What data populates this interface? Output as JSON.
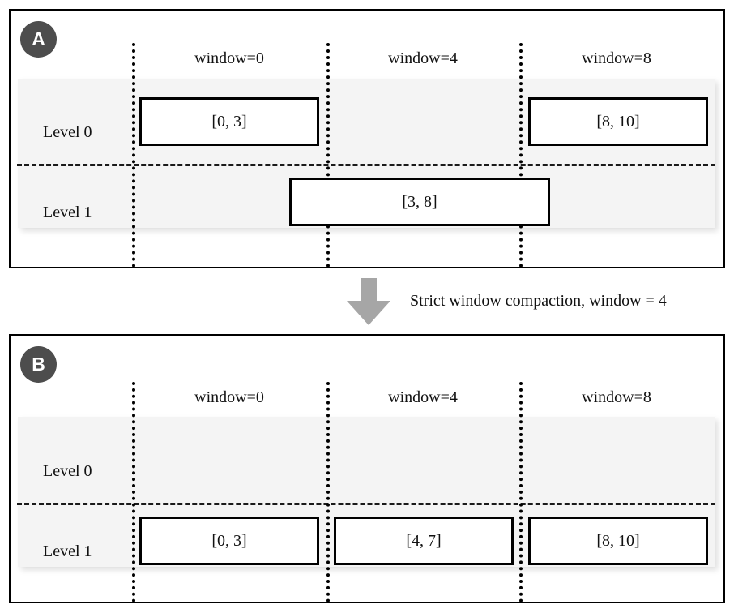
{
  "figure": {
    "transition": {
      "caption": "Strict window compaction, window = 4",
      "arrow_icon": "down-arrow-icon",
      "arrow_color": "#a6a6a6"
    },
    "badge_color": "#4d4d4d",
    "band_color": "#f4f4f4"
  },
  "panels": [
    {
      "id": "A",
      "badge": "A",
      "windows": [
        {
          "label": "window=0"
        },
        {
          "label": "window=4"
        },
        {
          "label": "window=8"
        }
      ],
      "levels": [
        {
          "label": "Level 0"
        },
        {
          "label": "Level 1"
        }
      ],
      "boxes": [
        {
          "text": "[0, 3]",
          "level": 0,
          "window": 0
        },
        {
          "text": "[8, 10]",
          "level": 0,
          "window": 2
        },
        {
          "text": "[3, 8]",
          "level": 1,
          "window": 1
        }
      ]
    },
    {
      "id": "B",
      "badge": "B",
      "windows": [
        {
          "label": "window=0"
        },
        {
          "label": "window=4"
        },
        {
          "label": "window=8"
        }
      ],
      "levels": [
        {
          "label": "Level 0"
        },
        {
          "label": "Level 1"
        }
      ],
      "boxes": [
        {
          "text": "[0, 3]",
          "level": 1,
          "window": 0
        },
        {
          "text": "[4, 7]",
          "level": 1,
          "window": 1
        },
        {
          "text": "[8, 10]",
          "level": 1,
          "window": 2
        }
      ]
    }
  ]
}
